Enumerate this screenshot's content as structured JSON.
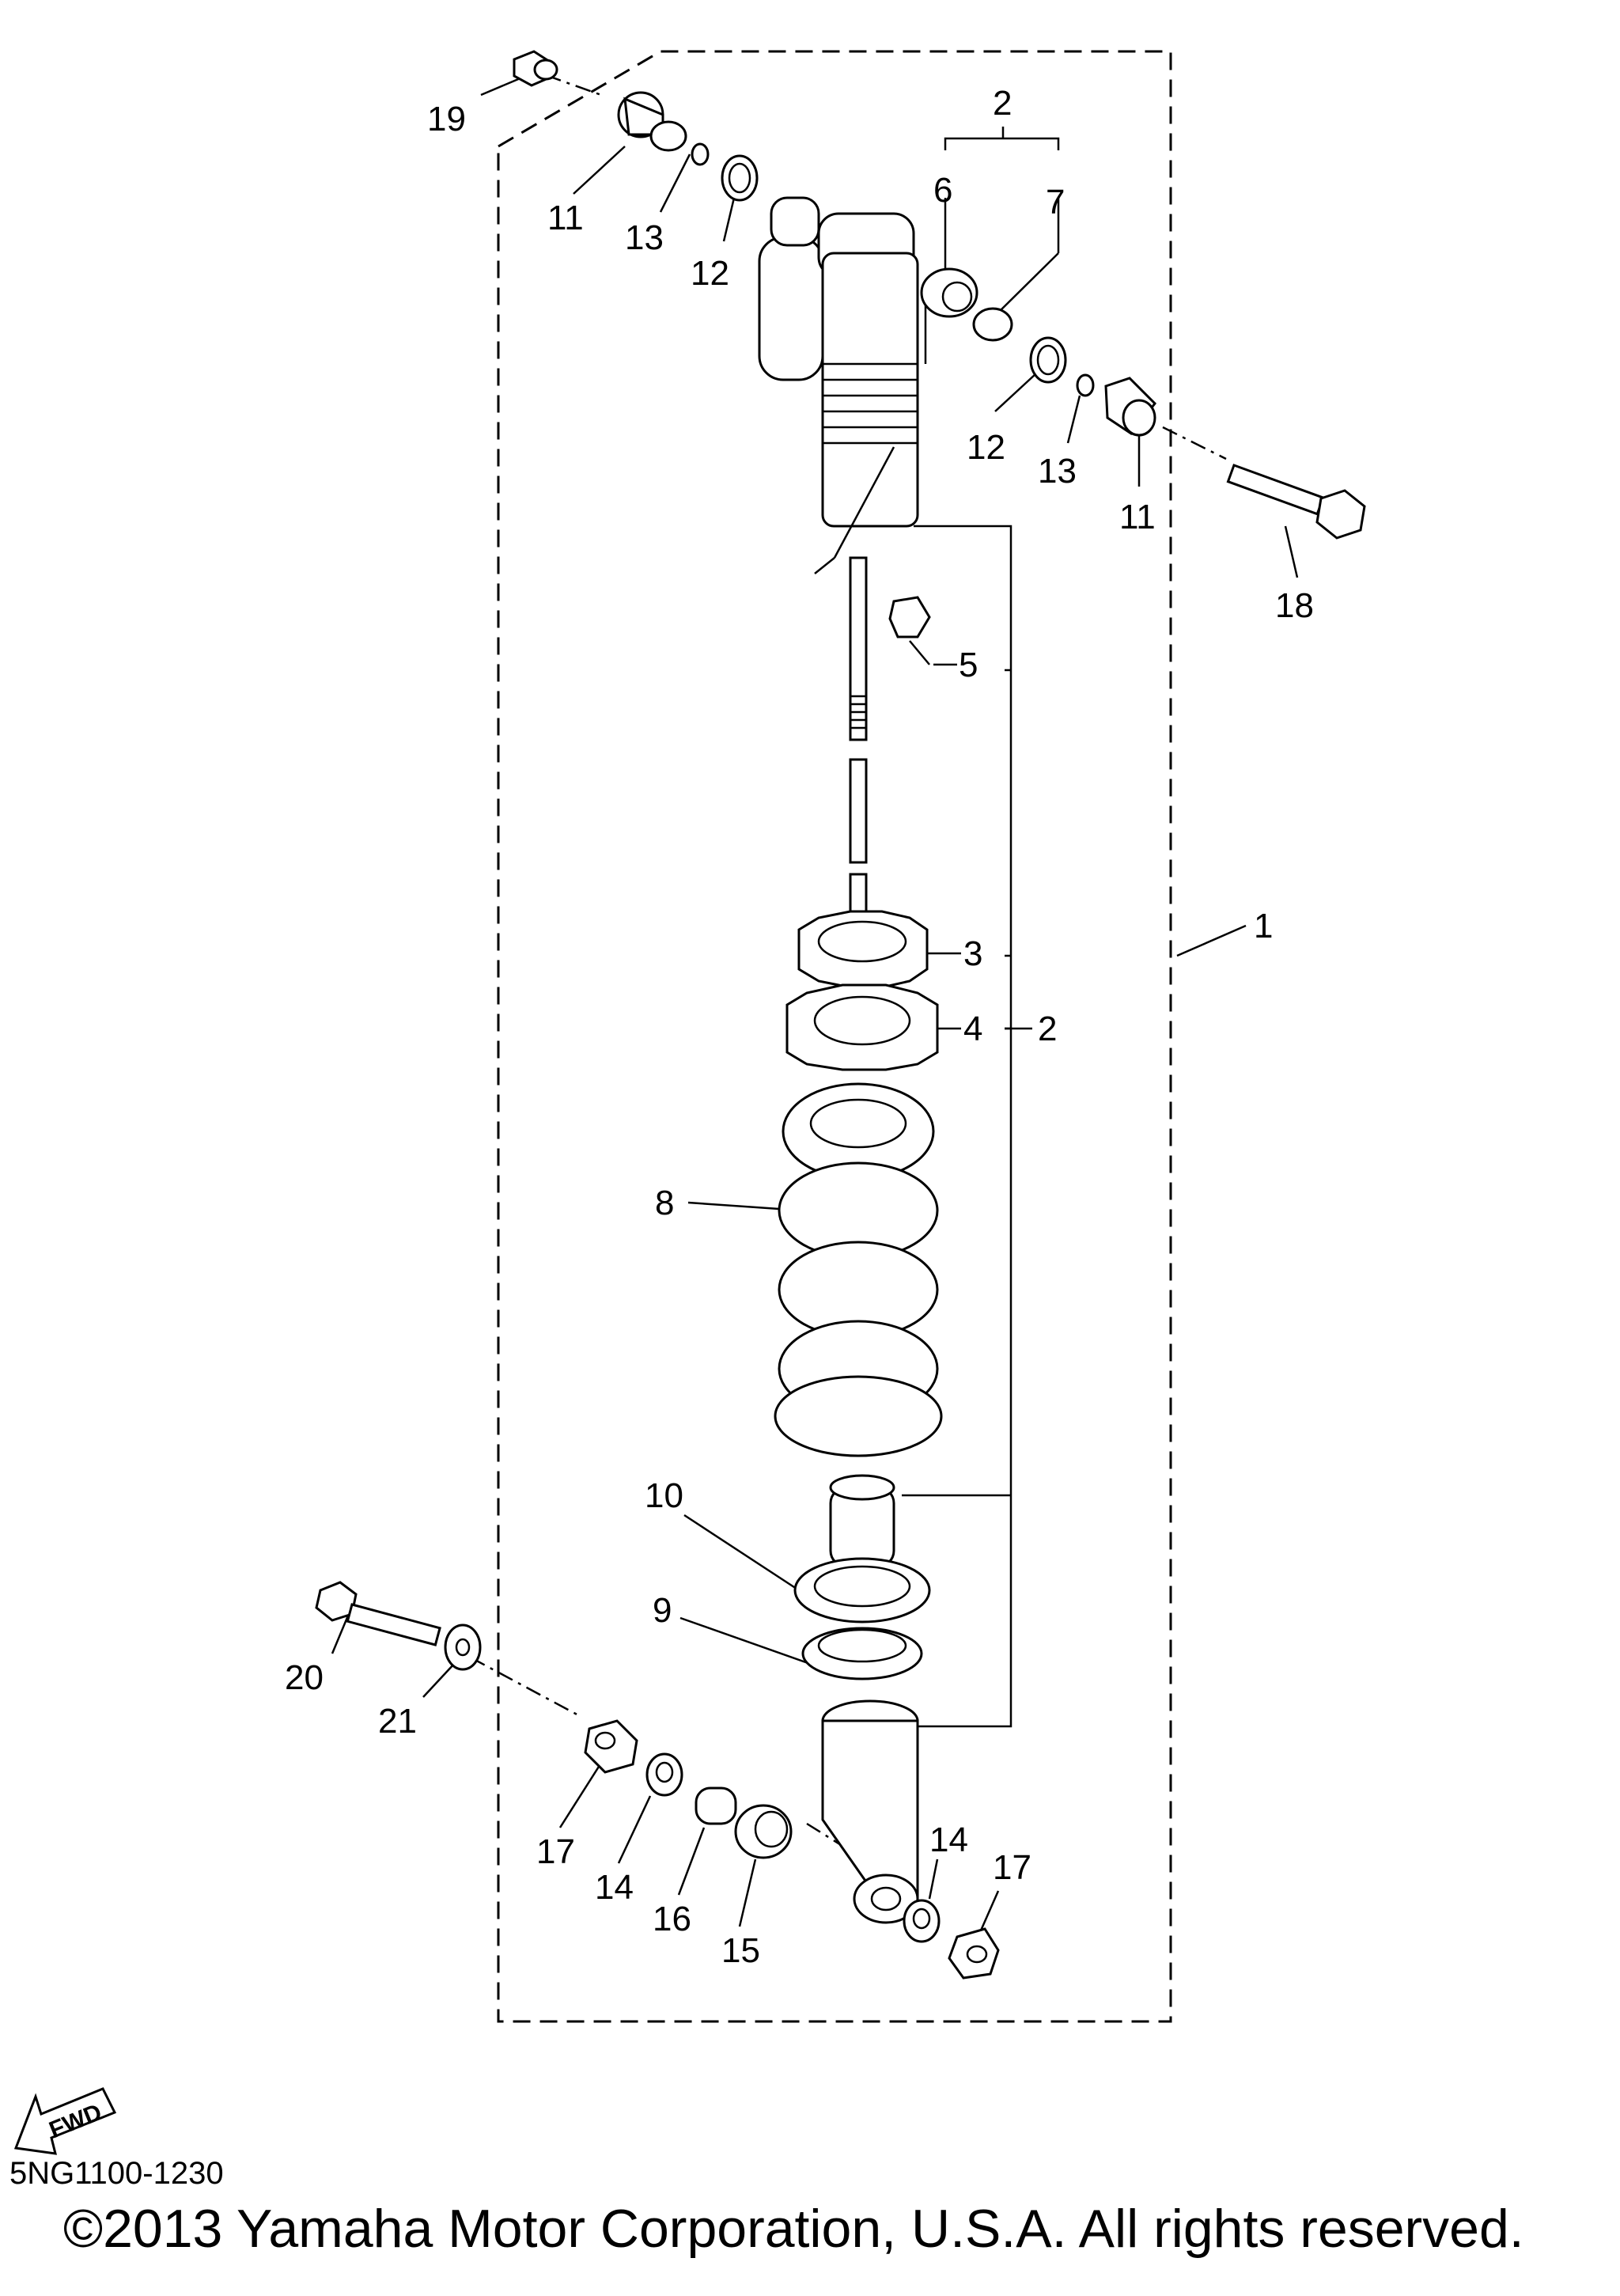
{
  "diagram": {
    "callouts": {
      "c19": "19",
      "c11a": "11",
      "c13a": "13",
      "c12a": "12",
      "c2top": "2",
      "c6": "6",
      "c7": "7",
      "c12b": "12",
      "c13b": "13",
      "c11b": "11",
      "c18": "18",
      "c5": "5",
      "c3": "3",
      "c4": "4",
      "c2mid": "2",
      "c1": "1",
      "c8": "8",
      "c10": "10",
      "c9": "9",
      "c20": "20",
      "c21": "21",
      "c17a": "17",
      "c14a": "14",
      "c16": "16",
      "c15": "15",
      "c14b": "14",
      "c17b": "17"
    },
    "fwd_label": "FWD"
  },
  "footer": {
    "code": "5NG1100-1230",
    "copyright": "©2013 Yamaha Motor Corporation, U.S.A. All rights reserved."
  }
}
